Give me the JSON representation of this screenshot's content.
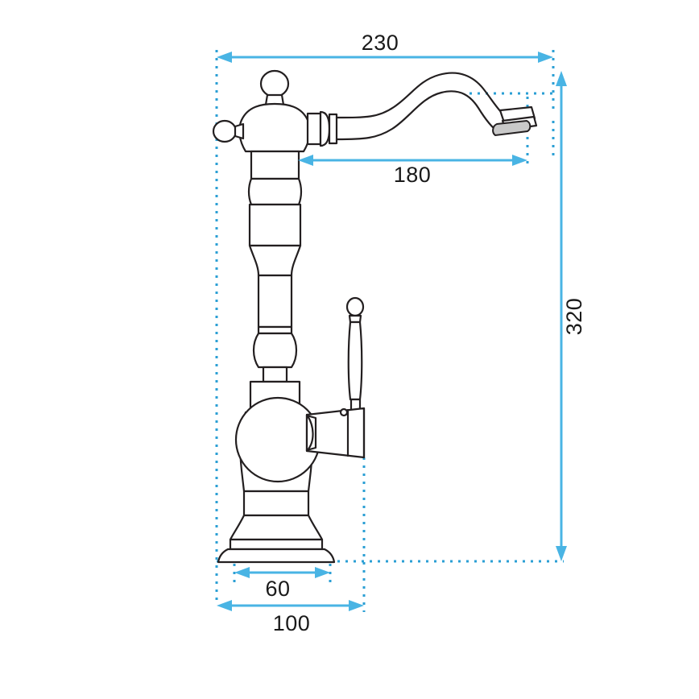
{
  "drawing": {
    "title": "Faucet technical dimension drawing",
    "subject": "kitchen-faucet",
    "units": "mm",
    "background_color": "#ffffff",
    "outline_color": "#231f20",
    "dimension_line_color": "#49b4e4",
    "extension_line_color": "#2b9fd4",
    "text_color": "#1a1a1a"
  },
  "dimensions": {
    "overall_width": {
      "label": "230",
      "orientation": "horizontal",
      "position": "top",
      "arrows": "both"
    },
    "spout_reach": {
      "label": "180",
      "orientation": "horizontal",
      "position": "upper-middle",
      "arrows": "both"
    },
    "overall_height": {
      "label": "320",
      "orientation": "vertical",
      "position": "right",
      "arrows": "both",
      "rotation": -90
    },
    "base_diameter": {
      "label": "60",
      "orientation": "horizontal",
      "position": "bottom",
      "arrows": "both"
    },
    "base_footprint": {
      "label": "100",
      "orientation": "horizontal",
      "position": "bottom",
      "arrows": "both"
    }
  },
  "parts": {
    "top_finial": "ball-finial-icon",
    "cap_body": "spherical-cap",
    "side_knob": "side-ball-knob",
    "spout_collar": "spout-collar",
    "spout": "swan-neck-spout",
    "aerator": "spout-aerator",
    "column": "segmented-column",
    "valve_body": "circular-valve-body",
    "lever_handle": "lever-handle",
    "handle_block": "handle-mount-block",
    "pedestal": "flared-pedestal",
    "base_plate": "base-plate"
  }
}
